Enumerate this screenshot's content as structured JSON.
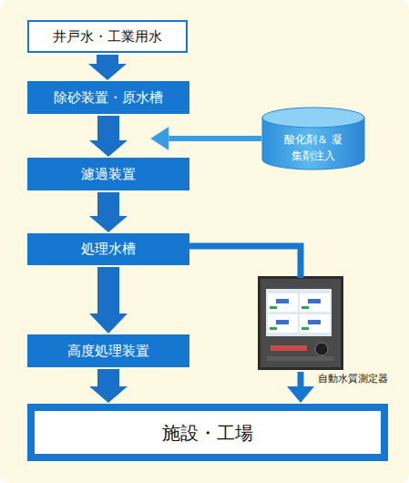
{
  "diagram": {
    "nodes": [
      {
        "text": [
          "井戸水・工業用水"
        ]
      },
      {
        "text": [
          "除砂装置・原水槽"
        ]
      },
      {
        "text": [
          "酸化剤＆ 凝集剤注入"
        ]
      },
      {
        "text": [
          "濾過装置"
        ]
      },
      {
        "text": [
          "処理水槽"
        ]
      },
      {
        "text": [
          "自動水質測定器"
        ]
      },
      {
        "text": [
          "高度処理装置"
        ]
      },
      {
        "text": [
          "施設・工場"
        ]
      }
    ],
    "edges": [
      {
        "from": 0,
        "to": 1,
        "arrow": "to"
      },
      {
        "from": 1,
        "to": 3,
        "arrow": "to"
      },
      {
        "from": 2,
        "to": 3,
        "arrow": "to"
      },
      {
        "from": 3,
        "to": 4,
        "arrow": "to"
      },
      {
        "from": 4,
        "to": 6,
        "arrow": "to"
      },
      {
        "from": 4,
        "to": 5,
        "arrow": "none"
      },
      {
        "from": 6,
        "to": 7,
        "arrow": "to"
      },
      {
        "from": 5,
        "to": 7,
        "arrow": "to"
      }
    ]
  }
}
